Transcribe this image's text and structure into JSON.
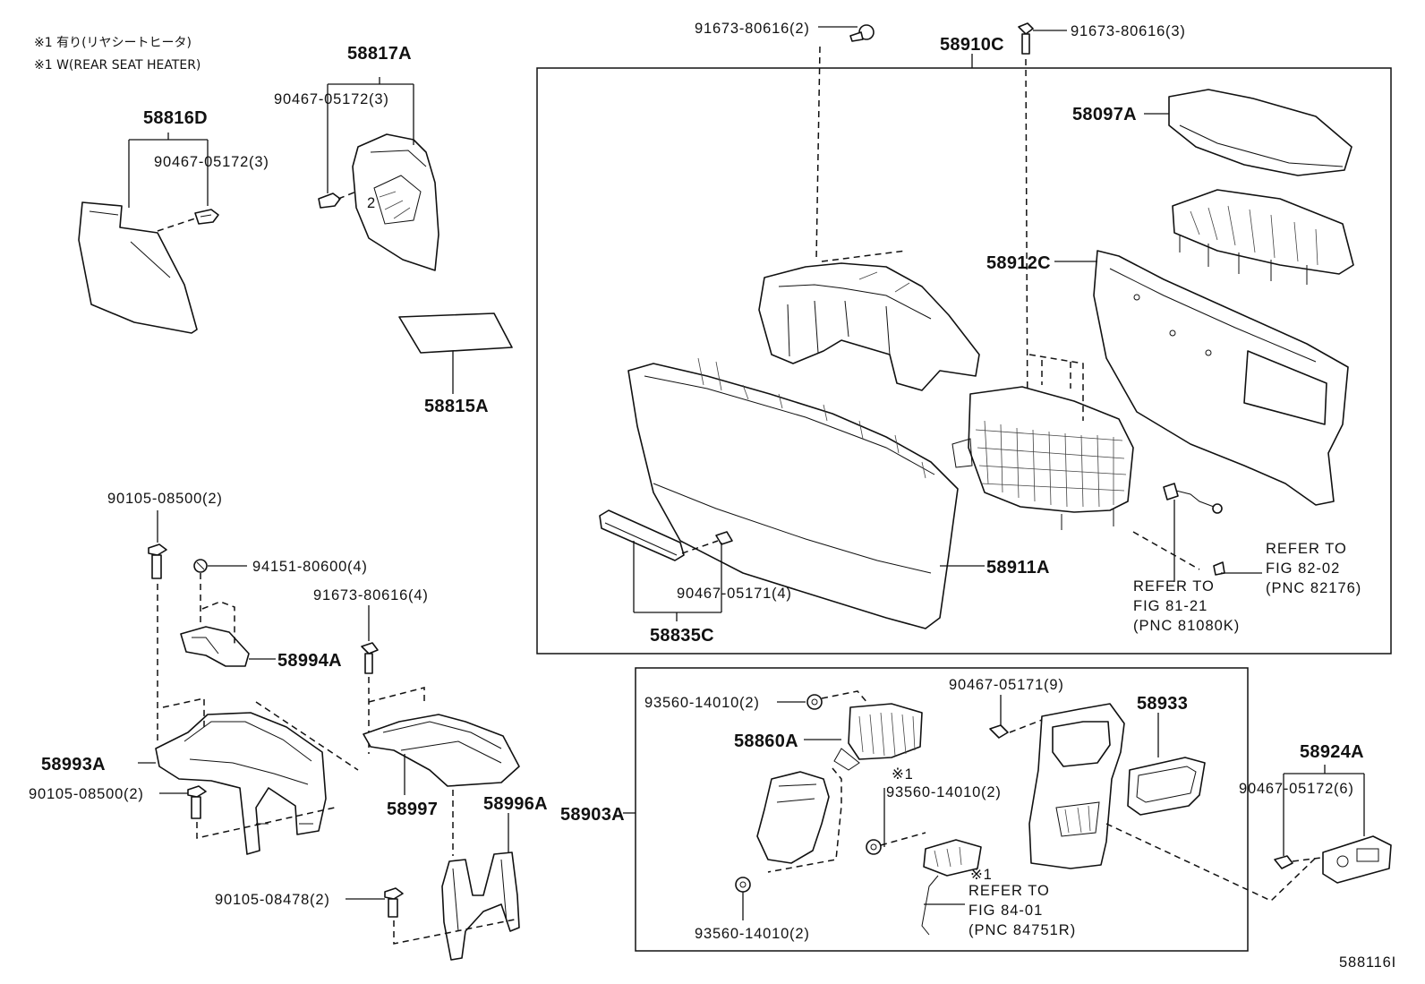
{
  "notes": {
    "line1": "※1 有り(リヤシートヒータ)",
    "line2": "※1 W(REAR SEAT HEATER)"
  },
  "labels": {
    "p58817A": "58817A",
    "p90467_05172_3_top": "90467-05172(3)",
    "p58816D": "58816D",
    "p90467_05172_3_left": "90467-05172(3)",
    "p58815A": "58815A",
    "p91673_80616_2": "91673-80616(2)",
    "p91673_80616_3": "91673-80616(3)",
    "p58910C": "58910C",
    "p58097A": "58097A",
    "p58912C": "58912C",
    "p58911A": "58911A",
    "p90467_05171_4": "90467-05171(4)",
    "p58835C": "58835C",
    "p90105_08500_2_top": "90105-08500(2)",
    "p94151_80600_4": "94151-80600(4)",
    "p91673_80616_4": "91673-80616(4)",
    "p58994A": "58994A",
    "p58993A": "58993A",
    "p90105_08500_2_bot": "90105-08500(2)",
    "p58997": "58997",
    "p58996A": "58996A",
    "p90105_08478_2": "90105-08478(2)",
    "p93560_14010_2_a": "93560-14010(2)",
    "p58860A": "58860A",
    "p90467_05171_9": "90467-05171(9)",
    "p58933": "58933",
    "p58903A": "58903A",
    "p93560_14010_2_b": "93560-14010(2)",
    "p93560_14010_2_c": "93560-14010(2)",
    "p58924A": "58924A",
    "p90467_05172_6": "90467-05172(6)",
    "mark_a": "※1",
    "mark_b": "※1",
    "diagram_id": "588116I"
  },
  "references": {
    "fig81": [
      "REFER TO",
      "FIG 81-21",
      "(PNC 81080K)"
    ],
    "fig82": [
      "REFER TO",
      "FIG 82-02",
      "(PNC 82176)"
    ],
    "fig84": [
      "REFER TO",
      "FIG 84-01",
      "(PNC 84751R)"
    ]
  }
}
